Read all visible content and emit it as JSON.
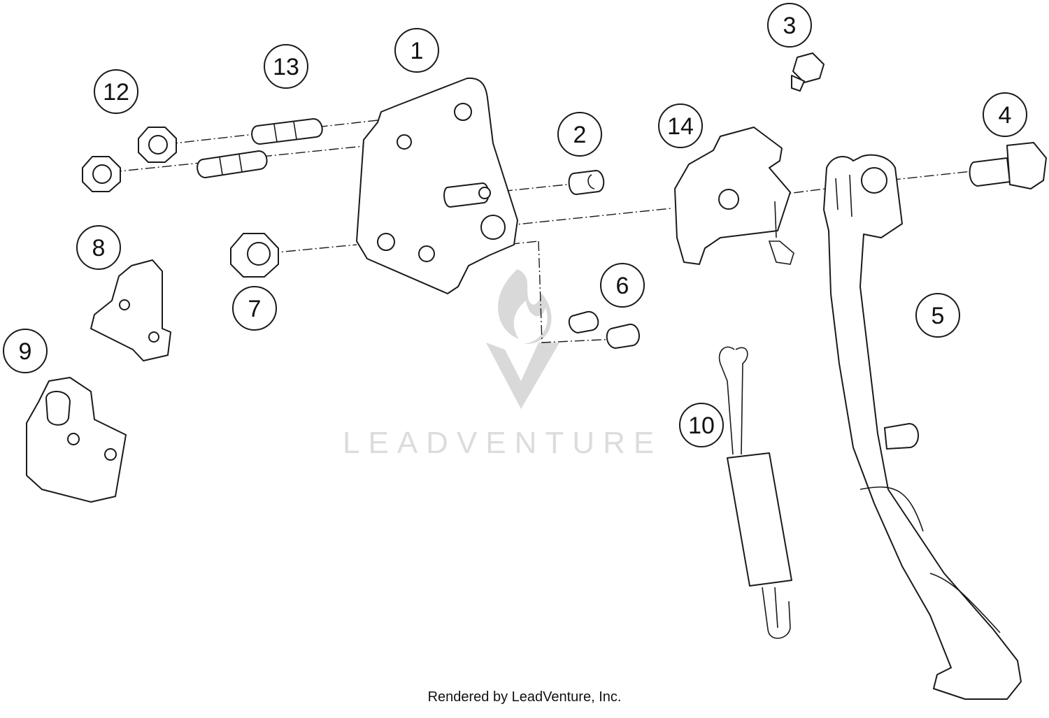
{
  "callouts": [
    {
      "id": "1",
      "label": "1"
    },
    {
      "id": "2",
      "label": "2"
    },
    {
      "id": "3",
      "label": "3"
    },
    {
      "id": "4",
      "label": "4"
    },
    {
      "id": "5",
      "label": "5"
    },
    {
      "id": "6",
      "label": "6"
    },
    {
      "id": "7",
      "label": "7"
    },
    {
      "id": "8",
      "label": "8"
    },
    {
      "id": "9",
      "label": "9"
    },
    {
      "id": "10",
      "label": "10"
    },
    {
      "id": "12",
      "label": "12"
    },
    {
      "id": "13",
      "label": "13"
    },
    {
      "id": "14",
      "label": "14"
    }
  ],
  "watermark": {
    "text": "LEADVENTURE"
  },
  "footer": {
    "credit": "Rendered by LeadVenture, Inc."
  }
}
